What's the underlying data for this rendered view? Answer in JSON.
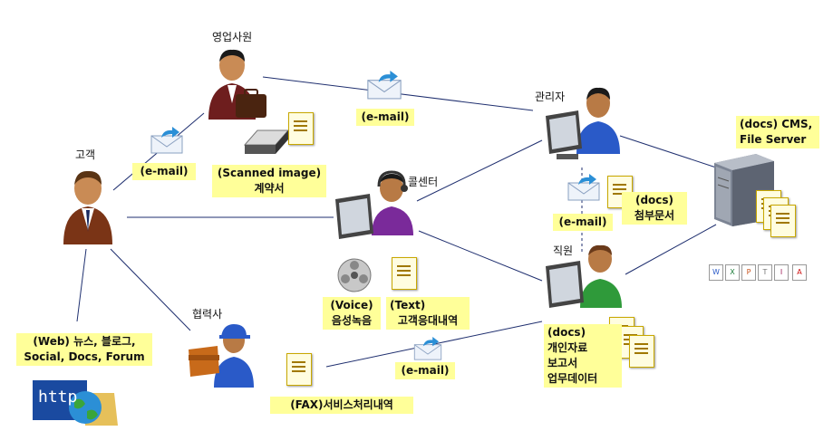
{
  "nodes": {
    "customer": "고객",
    "sales": "영업사원",
    "manager": "관리자",
    "callcenter": "콜센터",
    "staff": "직원",
    "partner": "협력사"
  },
  "labels": {
    "email_customer": "(e-mail)",
    "email_sales": "(e-mail)",
    "email_manager": "(e-mail)",
    "email_partner": "(e-mail)",
    "scanned_1": "(Scanned image)",
    "scanned_2": "계약서",
    "docs_attach_1": "(docs)",
    "docs_attach_2": "첨부문서",
    "cms_1": "(docs) CMS,",
    "cms_2": "File Server",
    "voice_1": "(Voice)",
    "voice_2": "음성녹음",
    "text_1": "(Text)",
    "text_2": "고객응대내역",
    "staff_docs_1": "(docs)",
    "staff_docs_2": "개인자료",
    "staff_docs_3": "보고서",
    "staff_docs_4": "업무데이터",
    "web_1": "(Web) 뉴스, 블로그,",
    "web_2": "Social, Docs, Forum",
    "fax": "(FAX)서비스처리내역",
    "http": "http"
  },
  "colors": {
    "line": "#1f2f6f",
    "label_bg": "#ffff99"
  }
}
